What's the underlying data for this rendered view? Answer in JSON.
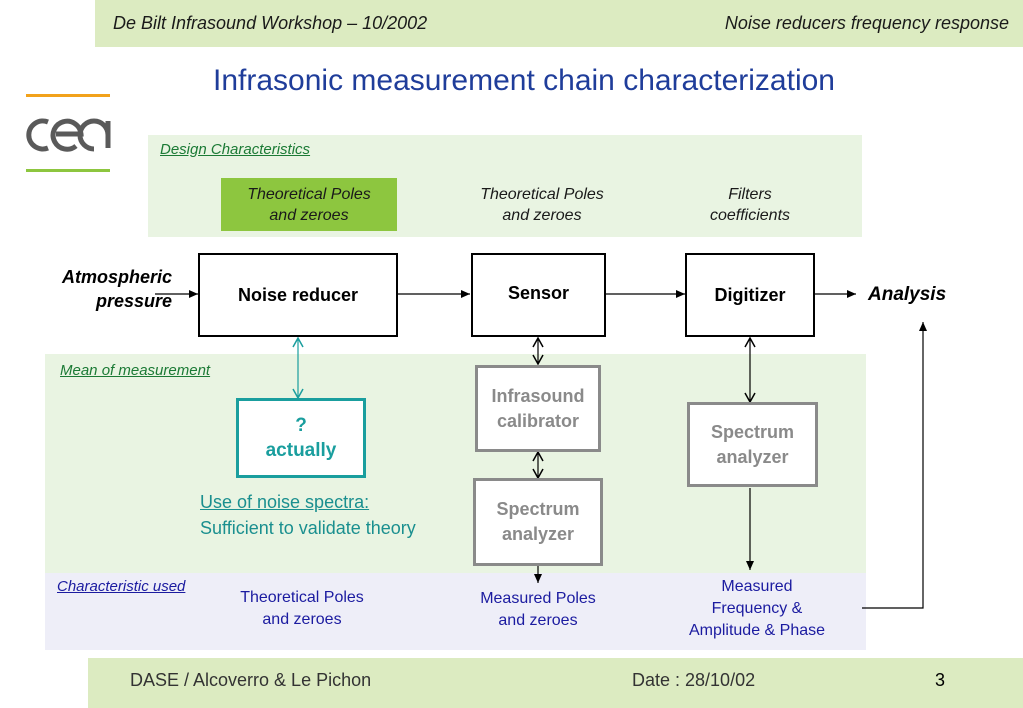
{
  "header": {
    "left": "De Bilt Infrasound Workshop – 10/2002",
    "right": "Noise reducers frequency response"
  },
  "title": "Infrasonic measurement chain characterization",
  "logo": {
    "text": "cea"
  },
  "design": {
    "label": "Design Characteristics",
    "noise_reducer": "Theoretical Poles\nand zeroes",
    "sensor": "Theoretical Poles\nand zeroes",
    "digitizer": "Filters\ncoefficients"
  },
  "chain": {
    "input": "Atmospheric\npressure",
    "noise_reducer": "Noise reducer",
    "sensor": "Sensor",
    "digitizer": "Digitizer",
    "output": "Analysis"
  },
  "mean": {
    "label": "Mean of measurement",
    "unknown_box": "?\nactually",
    "infrasound_calibrator": "Infrasound\ncalibrator",
    "spectrum_analyzer_sensor": "Spectrum\nanalyzer",
    "spectrum_analyzer_digitizer": "Spectrum\nanalyzer",
    "note_link": "Use of noise spectra:",
    "note_text": "Sufficient to validate theory"
  },
  "characteristic": {
    "label": "Characteristic used",
    "noise_reducer": "Theoretical Poles\nand zeroes",
    "sensor": "Measured Poles\nand zeroes",
    "digitizer": "Measured\nFrequency &\nAmplitude & Phase"
  },
  "footer": {
    "left": "DASE / Alcoverro & Le Pichon",
    "date": "Date : 28/10/02",
    "page": "3"
  },
  "colors": {
    "header_bg": "#dcebc1",
    "title": "#1f3d9a",
    "panel_green": "#e9f4e2",
    "panel_lavender": "#eeeef8",
    "highlight_green": "#8dc63f",
    "teal": "#1a9e9e",
    "gray_box": "#8a8a8a",
    "blue_text": "#1b1ba0",
    "logo_orange": "#f2a21b"
  }
}
